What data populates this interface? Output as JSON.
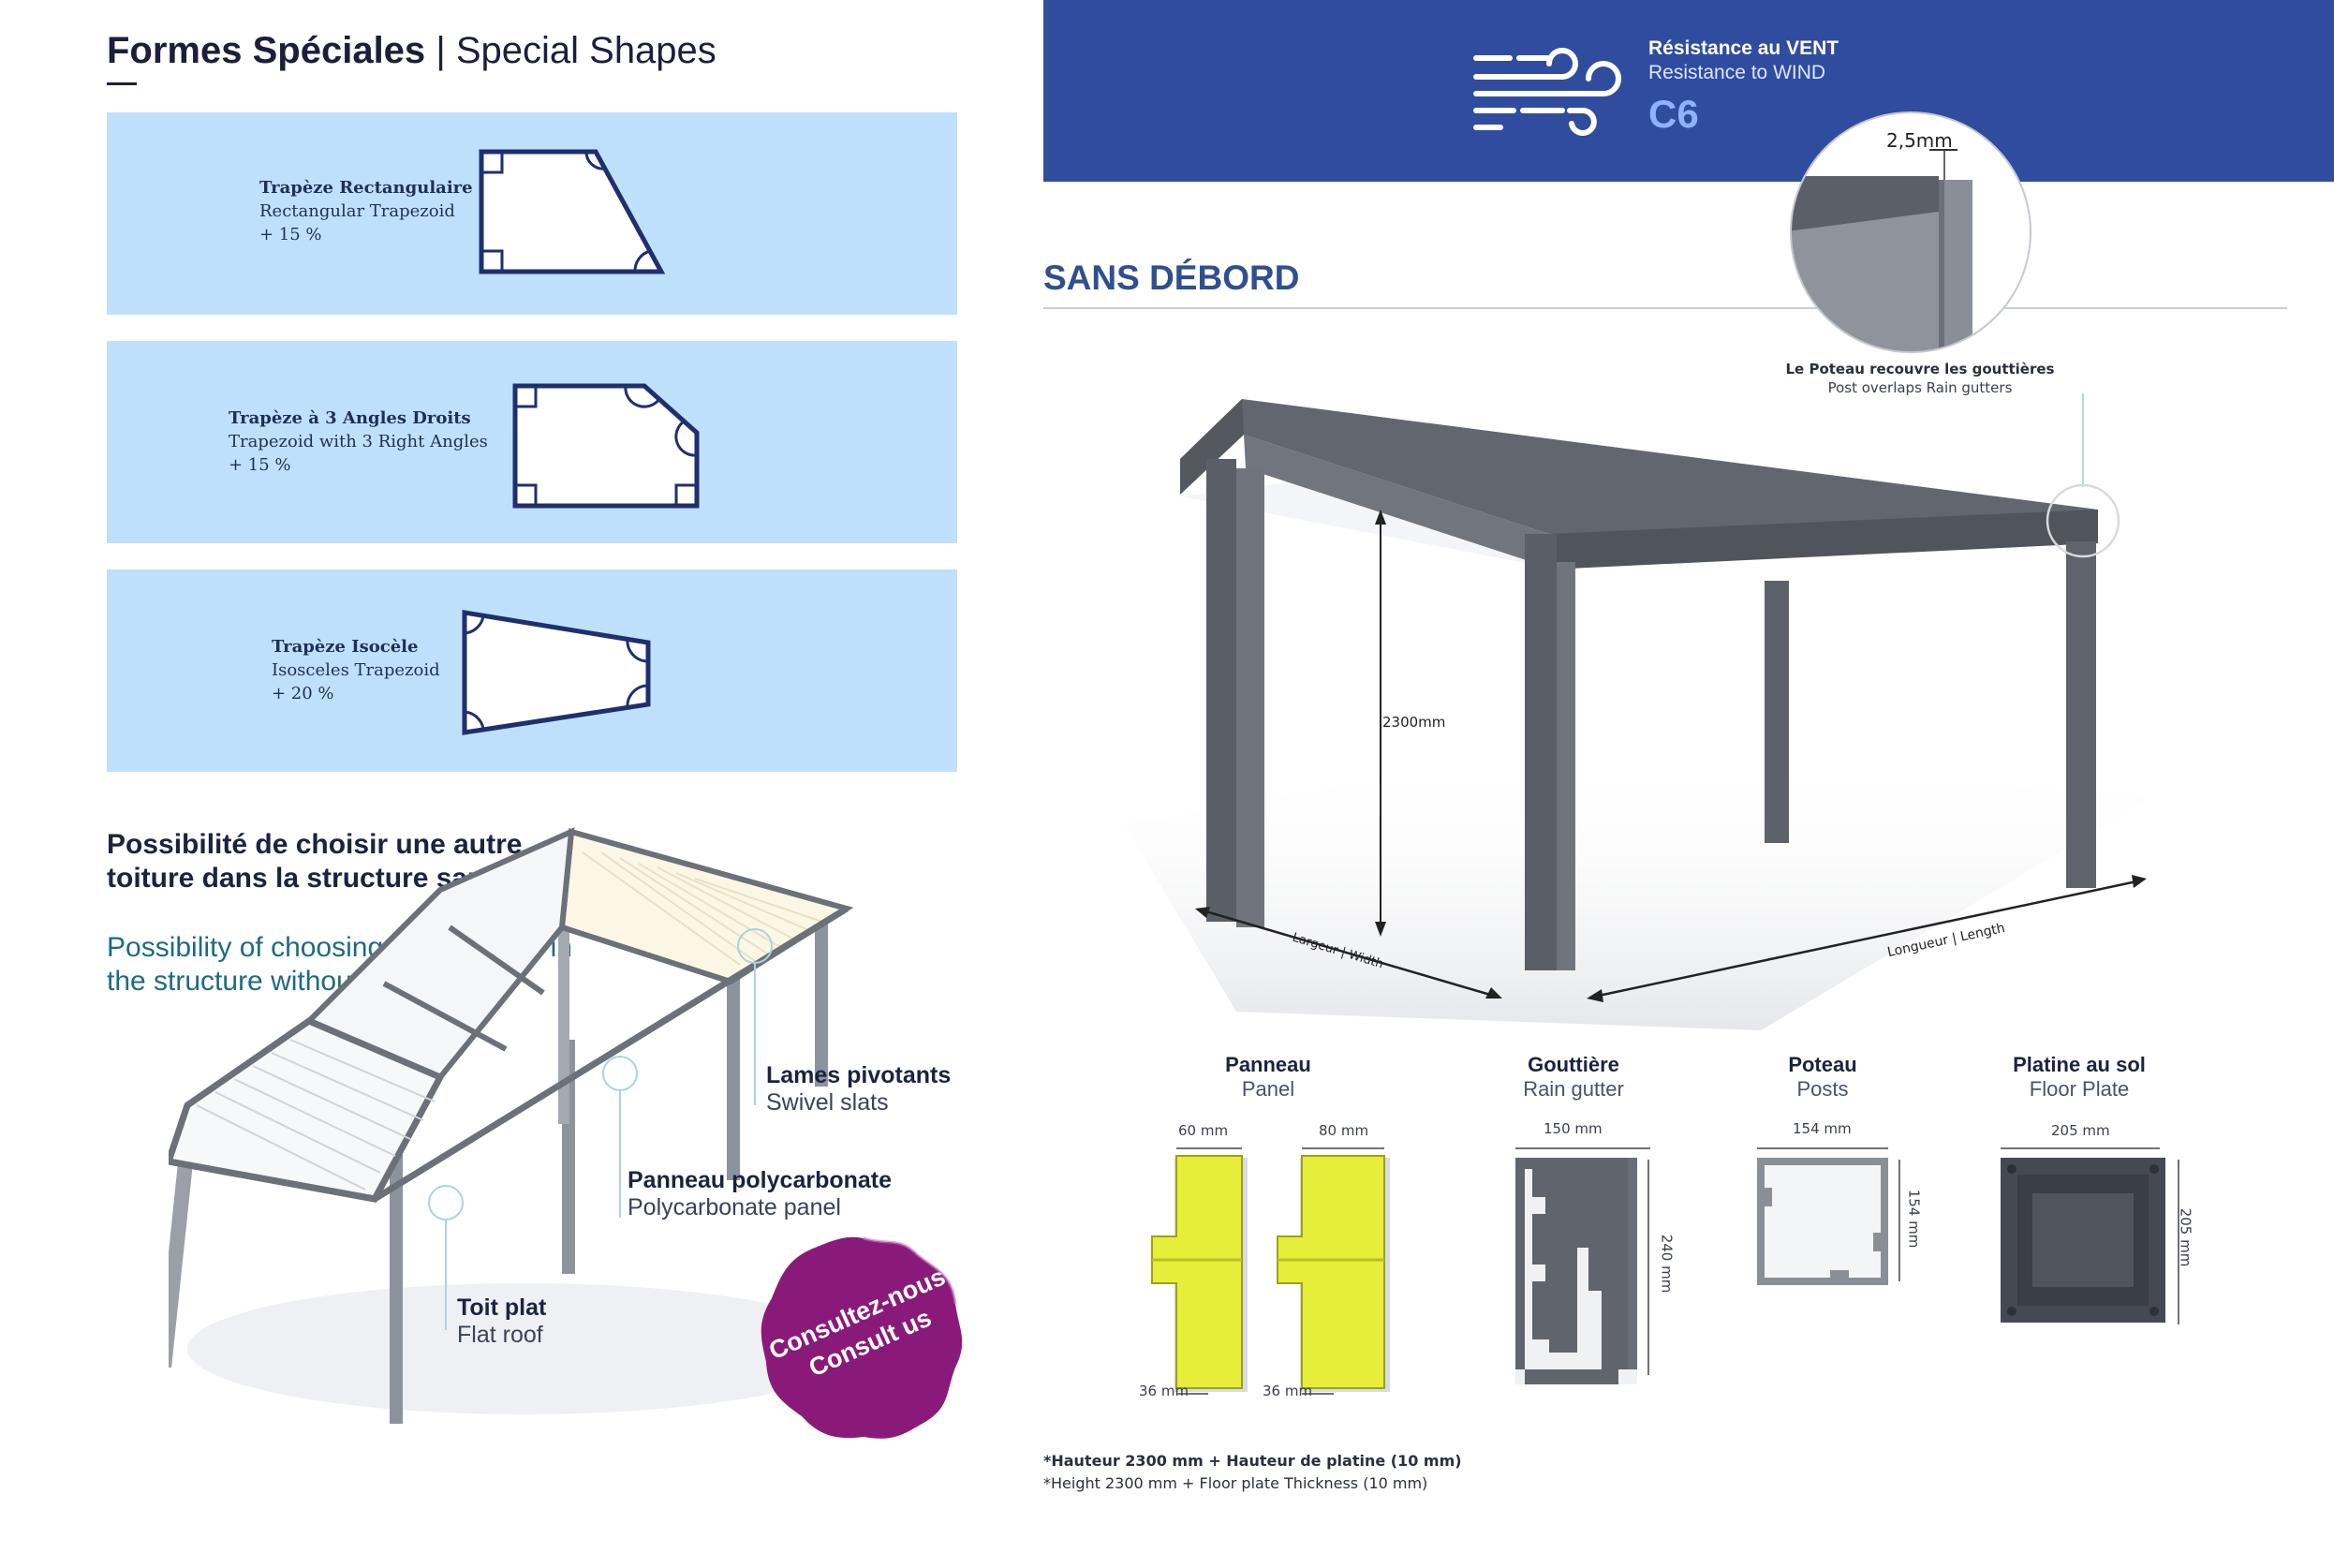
{
  "left": {
    "title_fr": "Formes Spéciales",
    "title_sep": "|",
    "title_en": "Special Shapes",
    "shapes": [
      {
        "name_fr": "Trapèze Rectangulaire",
        "name_en": "Rectangular Trapezoid",
        "extra": "+ 15 %"
      },
      {
        "name_fr": "Trapèze à 3 Angles Droits",
        "name_en": "Trapezoid with 3 Right Angles",
        "extra": "+ 15 %"
      },
      {
        "name_fr": "Trapèze Isocèle",
        "name_en": "Isosceles Trapezoid",
        "extra": "+ 20 %"
      }
    ],
    "possibility_fr": "Possibilité de choisir une autre toiture dans la structure sans débord",
    "possibility_en": "Possibility of choosing another roof in the structure without overhang",
    "labels": {
      "swivel_fr": "Lames pivotants",
      "swivel_en": "Swivel slats",
      "poly_fr": "Panneau polycarbonate",
      "poly_en": "Polycarbonate panel",
      "flat_fr": "Toit plat",
      "flat_en": "Flat roof"
    },
    "badge": {
      "line1": "Consultez-nous",
      "line2": "Consult us"
    }
  },
  "right": {
    "wind": {
      "fr": "Résistance au VENT",
      "en": "Resistance to WIND",
      "class": "C6"
    },
    "section_title": "SANS DÉBORD",
    "zoom": {
      "thickness": "2,5mm",
      "caption_fr": "Le Poteau recouvre les gouttières",
      "caption_en": "Post overlaps Rain gutters"
    },
    "height_label": "2300mm",
    "width_label": "Largeur | Width",
    "length_label": "Longueur | Length",
    "components": [
      {
        "fr": "Panneau",
        "en": "Panel"
      },
      {
        "fr": "Gouttière",
        "en": "Rain gutter"
      },
      {
        "fr": "Poteau",
        "en": "Posts"
      },
      {
        "fr": "Platine au sol",
        "en": "Floor Plate"
      }
    ],
    "dims": {
      "panel_a_top": "60 mm",
      "panel_a_bottom": "36 mm",
      "panel_b_top": "80 mm",
      "panel_b_bottom": "36 mm",
      "gutter_w": "150 mm",
      "gutter_h": "240 mm",
      "post_w": "154 mm",
      "post_h": "154 mm",
      "plate_w": "205 mm",
      "plate_h": "205 mm"
    },
    "footnote_fr": "*Hauteur 2300 mm + Hauteur de platine (10 mm)",
    "footnote_en": "*Height 2300 mm + Floor plate Thickness (10 mm)"
  },
  "colors": {
    "banner": "#304c9e",
    "card": "#bfe0fa",
    "shape_stroke": "#1f2f6e",
    "badge": "#8a1a7a",
    "panel_core": "#e8f03a",
    "profile": "#5f6570"
  }
}
